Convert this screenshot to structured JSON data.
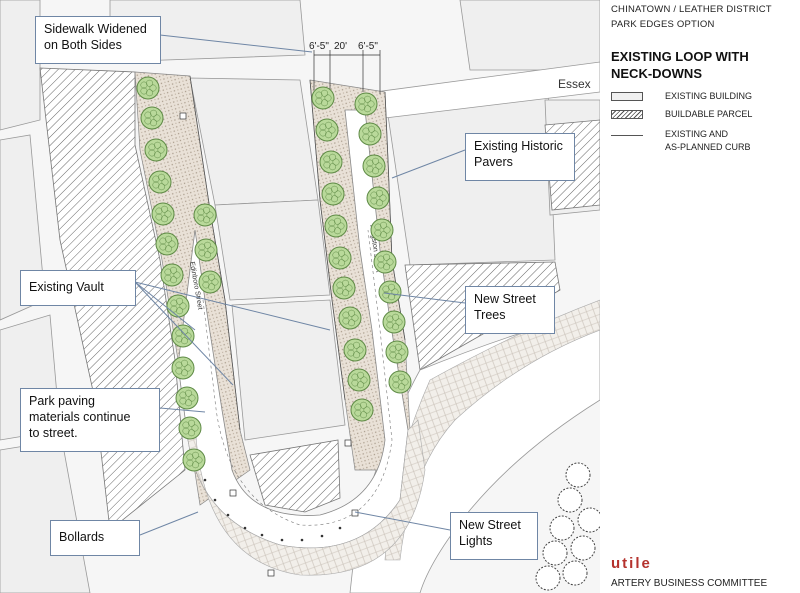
{
  "legend": {
    "subtitle_line1": "CHINATOWN / LEATHER DISTRICT",
    "subtitle_line2": "PARK EDGES OPTION",
    "title_line1": "EXISTING LOOP WITH",
    "title_line2": "NECK-DOWNS",
    "items": [
      {
        "label": "EXISTING BUILDING",
        "swatch": "building"
      },
      {
        "label": "BUILDABLE PARCEL",
        "swatch": "hatched"
      },
      {
        "label_line1": "EXISTING AND",
        "label_line2": "AS-PLANNED CURB",
        "swatch": "line"
      }
    ],
    "firm": "utile",
    "client": "ARTERY BUSINESS COMMITTEE"
  },
  "plan": {
    "street_labels": {
      "essex": "Essex",
      "kingston": "Kingston Street",
      "edinboro": "Edinboro Street"
    },
    "dimensions": [
      "6'-5\"",
      "20'",
      "6'-5\""
    ]
  },
  "callouts": [
    {
      "id": "sidewalk",
      "line1": "Sidewalk Widened",
      "line2": "on Both Sides"
    },
    {
      "id": "historic-pavers",
      "line1": "Existing Historic",
      "line2": "Pavers"
    },
    {
      "id": "vault",
      "line1": "Existing Vault",
      "line2": ""
    },
    {
      "id": "street-trees",
      "line1": "New Street",
      "line2": "Trees"
    },
    {
      "id": "park-paving",
      "line1": "Park paving",
      "line2": "materials continue",
      "line3": "to street."
    },
    {
      "id": "bollards",
      "line1": "Bollards",
      "line2": ""
    },
    {
      "id": "street-lights",
      "line1": "New Street",
      "line2": "Lights"
    }
  ],
  "colors": {
    "tree_fill": "#b9d99a",
    "tree_stroke": "#5e8a45",
    "paving": "#e6ddd2",
    "building": "#f0f0f0",
    "accent": "#b5332e",
    "callout_line": "#6f86a5"
  }
}
